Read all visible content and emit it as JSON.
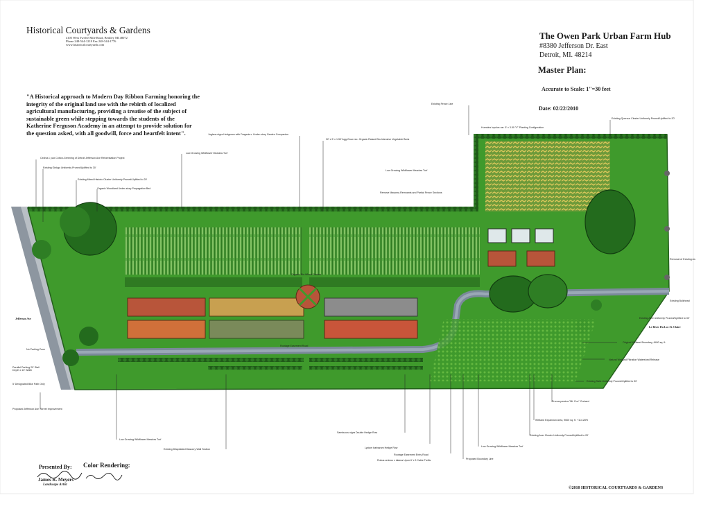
{
  "firm": {
    "name": "Historical Courtyards & Gardens",
    "address": "4105 West Twelve Mile Road, Berkley MI 48072",
    "phone": "Phone 248-544-1218  Fax 248-544-1776",
    "web": "www.historicalcourtyards.com"
  },
  "project": {
    "title": "The Owen Park Urban Farm Hub",
    "address1": "#8380 Jefferson Dr. East",
    "address2": "Detroit, MI.  48214",
    "master_plan": "Master Plan:",
    "scale": "Accurate to Scale: 1\"=30 feet",
    "date": "Date: 02/22/2010"
  },
  "quote": "\"A Historical approach to Modern Day Ribbon Farming honoring the integrity of the original land use with the rebirth of localized agricultural manufacturing, providing a treatise of the subject of sustainable green while stepping towards the students of the Katherine Ferguson Academy in an attempt to provide solution for the question asked, with all goodwill, force and heartfelt intent\".",
  "labels": {
    "cedars": "Cedrus l. pax Cotton-Greening of Detroit Jefferson Ave Reforestation Project",
    "ginkgo": "Existing Ginkgo Uniformly Pruned/Uplifted to 30'",
    "mixed": "Existing Mixed Historic Cluster Uniformly Pruned/Uplifted to 20'",
    "woodland": "Organic Woodland Under-story Propagation Bed",
    "meadow1": "Low Growing Wildflower Meadow Turf",
    "juglans": "Juglans nigra Hedgerow with Fragaria v. Under-story Garden Companion",
    "beds": "32' x 5' x 1.50' Agg-Grow rec. Organic Raised Bio-Intensive Vegetable Beds",
    "meadow2": "Low Growing Wildflower Meadow Turf",
    "masonry": "Remove Masonry Remnants and Partial Fence Sections",
    "fence": "Existing Fence Line",
    "humulus": "Humulus lupulus var. 5' x 3.50 \"V\" Planting Configuration",
    "quercus": "Existing Quercus Cluster Uniformly Pruned/Uplifted to 20'",
    "removal": "Removal of Existing As",
    "bulkhead": "Existing Bulkhead",
    "acer1": "Existing Acer Uniformly Pruned/Uplifted to 30'",
    "river": "Le River Du Loc St. Claire",
    "wetland": "Original Wetland Boundary, 6400 sq. ft.",
    "filtration": "Natural Wetland Filtration Watershed Release",
    "salix": "Existing Salix Uniformly Pruned/Uplifted to 30'",
    "prunus": "Prunus persica \"Mt. Fuo\" Orchard",
    "wetland_exp": "Wetland Expansion Area, 9600 sq. ft. +114.28%",
    "acer2": "Existing Acer Cluster Uniformly Pruned/Uplifted to 20'",
    "meadow3": "Low Growing Wildflower Meadow Turf",
    "boundary": "Proposed Boundary Line",
    "rubus": "Rubus ursinus x idaeus Upon 6' x 3 Cable Trellis",
    "rootage": "Rootage Easement Entry Road",
    "lycium": "Lycium barbarum Hedge Row",
    "sambucus": "Sambucus nigra Double Hedge Row",
    "meadow4": "Low Growing Wildflower Meadow Turf",
    "wall": "Existing Dilapidated Masonry Wall Section",
    "jefferson": "Jefferson Ave",
    "no_parking": "No Parking Zone",
    "parallel": "Parallel Parking 20' Stall Depth x 10' Width",
    "bike": "5' Designated Bike Path Only",
    "proposed": "Proposed Jefferson Ave. Street Improvement",
    "easement_road": "Rootage Easement Road",
    "organic_wheel": "Organic Bio-Wheel Garden"
  },
  "credits": {
    "presented": "Presented By:",
    "color": "Color Rendering:",
    "name": "James R. Meyers",
    "role": "Landscape Artist",
    "copyright": "©2010 HISTORICAL COURTYARDS & GARDENS"
  },
  "colors": {
    "lawn": "#3f9a2c",
    "lawn_dark": "#2f7a22",
    "path": "#7b8a9a",
    "tree": "#236b1d",
    "bed_red": "#b8553a",
    "bed_yellow": "#c8b845"
  }
}
